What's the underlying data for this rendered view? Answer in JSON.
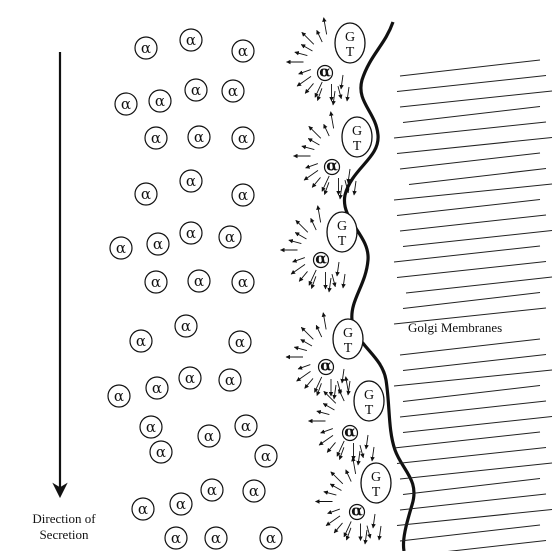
{
  "labels": {
    "golgi": "Golgi Membranes",
    "direction_line1": "Direction of",
    "direction_line2": "Secretion"
  },
  "symbols": {
    "alpha": "α",
    "gt_top": "G",
    "gt_bottom": "T",
    "small": "α"
  },
  "colors": {
    "ink": "#111111",
    "background": "#ffffff"
  }
}
